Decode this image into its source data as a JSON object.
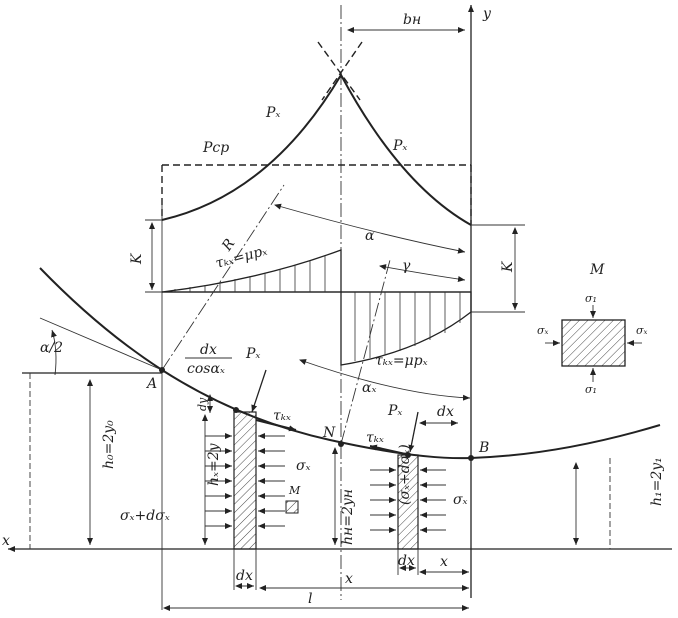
{
  "labels": {
    "y_axis": "y",
    "x_axis": "x",
    "b_n": "bн",
    "p_x_top": "Pₓ",
    "p_x_right": "Pₓ",
    "p_cp": "Pcp",
    "k_left": "K",
    "k_right": "K",
    "r": "R",
    "alpha": "α",
    "gamma": "γ",
    "tau_left": "τₖₓ=μpₓ",
    "tau_right": "τₖₓ=μpₓ",
    "alpha_half": "α/2",
    "dx_frac_num": "dx",
    "dx_frac_den": "cosαₓ",
    "px_a": "Pₓ",
    "px_b": "Pₓ",
    "point_a": "A",
    "point_b": "B",
    "point_n": "N",
    "alpha_x": "αₓ",
    "dy": "dy",
    "dx_right": "dx",
    "tau_kx_1": "τₖₓ",
    "tau_kx_2": "τₖₓ",
    "h0": "h₀=2y₀",
    "hx": "hₓ=2y",
    "hn": "hн=2yн",
    "h1": "h₁=2y₁",
    "sigma_x_dsigma": "σₓ+dσₓ",
    "sigma_x_mid": "σₓ",
    "sigma_x_right": "σₓ",
    "sigma_paren": "(σₓ+dσₓ)",
    "m_small": "M",
    "dx_bottom_1": "dx",
    "dx_bottom_2": "dx",
    "x_bottom": "x",
    "x_bottom_right": "x",
    "l_bottom": "l",
    "m_inset": "M",
    "sigma_inset_top": "σ₁",
    "sigma_inset_left": "σₓ",
    "sigma_inset_right": "σₓ",
    "sigma_inset_bottom": "σ₁"
  }
}
